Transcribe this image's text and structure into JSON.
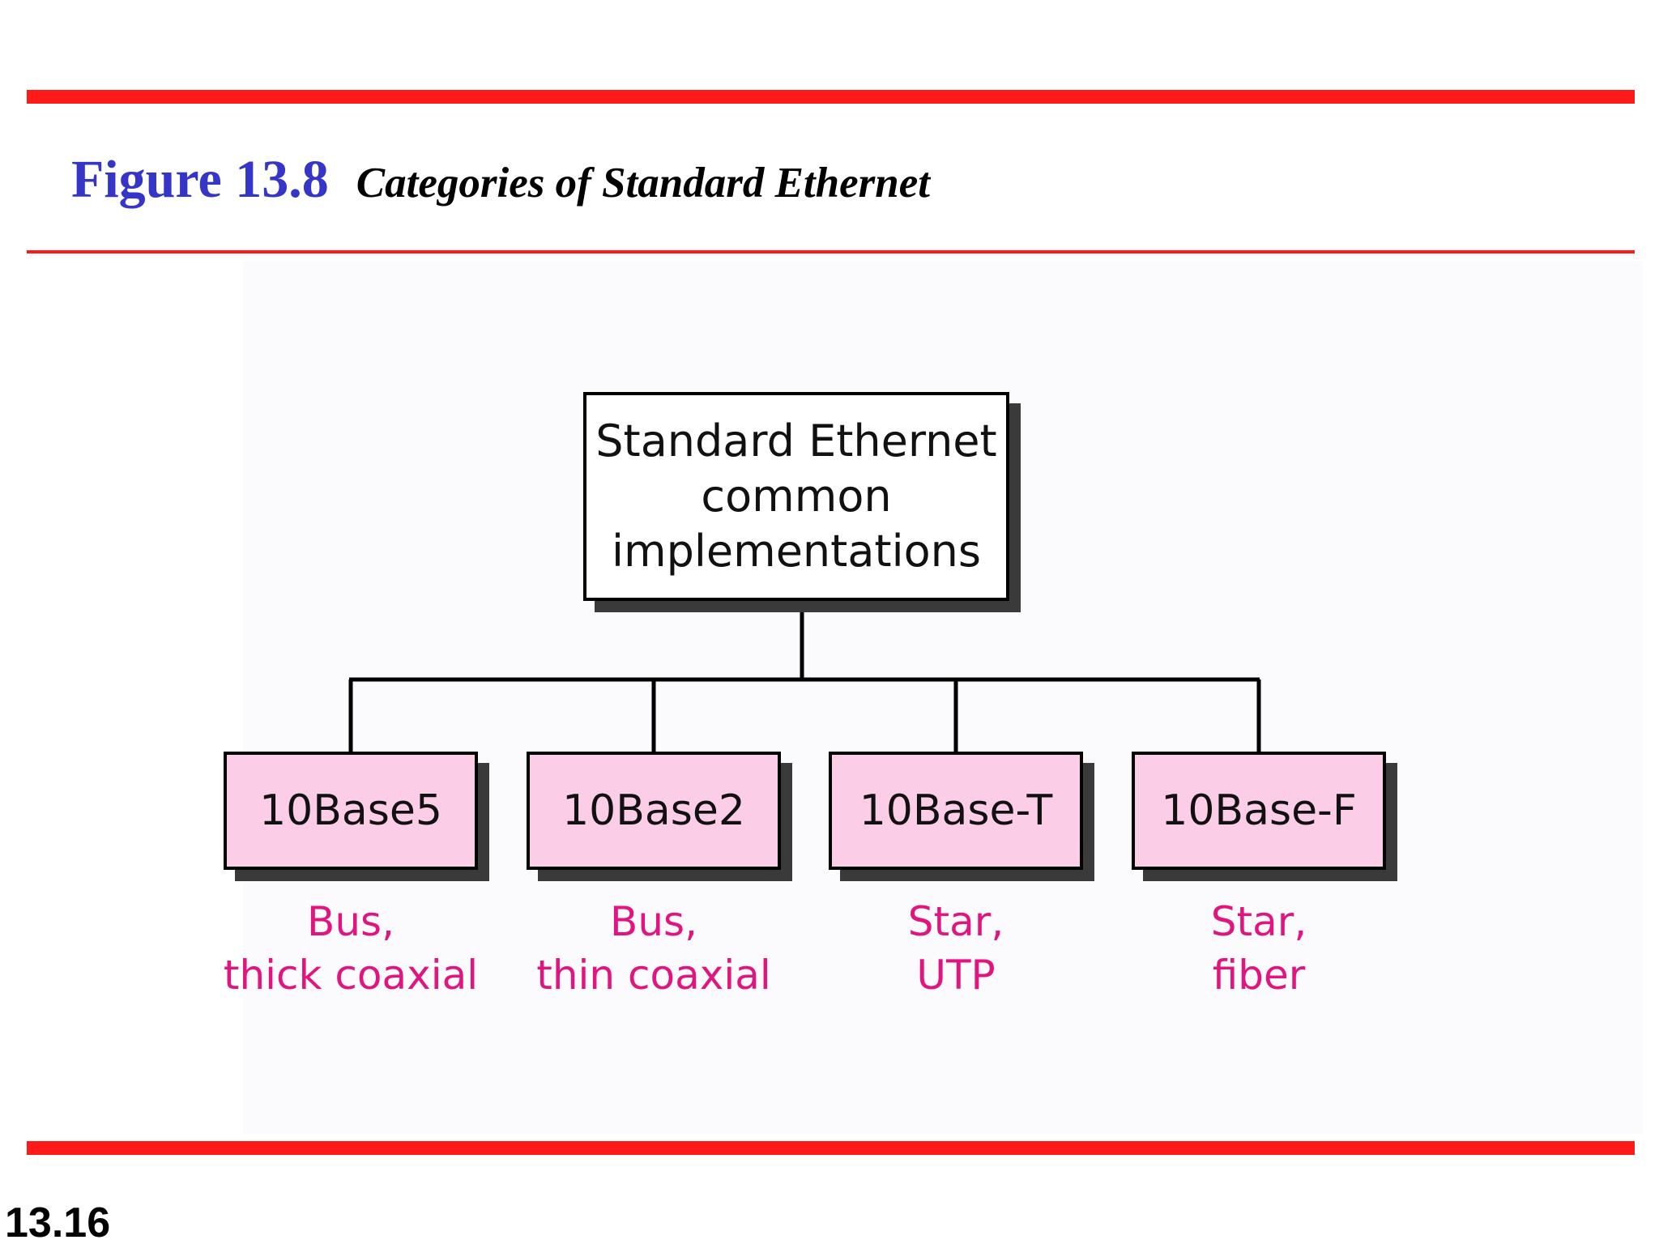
{
  "figure": {
    "number": "Figure 13.8",
    "caption": "Categories of Standard Ethernet"
  },
  "diagram": {
    "root": {
      "lines": [
        "Standard Ethernet",
        "common",
        "implementations"
      ]
    },
    "children": [
      {
        "label": "10Base5",
        "desc": [
          "Bus,",
          "thick coaxial"
        ]
      },
      {
        "label": "10Base2",
        "desc": [
          "Bus,",
          "thin coaxial"
        ]
      },
      {
        "label": "10Base-T",
        "desc": [
          "Star,",
          "UTP"
        ]
      },
      {
        "label": "10Base-F",
        "desc": [
          "Star,",
          "fiber"
        ]
      }
    ]
  },
  "colors": {
    "rule": "#ff1a1a",
    "figure_number": "#3535c8",
    "child_fill": "#fccde6",
    "description_text": "#e0157f"
  },
  "page_number": "13.16"
}
